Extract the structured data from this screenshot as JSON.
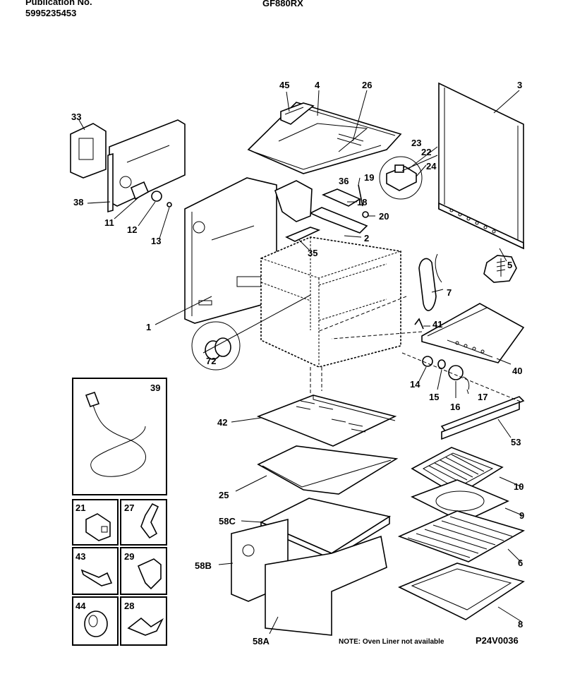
{
  "header": {
    "publication_label": "Publication No.",
    "publication_number": "5995235453",
    "model": "GF880RX"
  },
  "labels": {
    "p45": "45",
    "p4": "4",
    "p26": "26",
    "p3": "3",
    "p33": "33",
    "p23": "23",
    "p22": "22",
    "p24": "24",
    "p19": "19",
    "p36a": "36",
    "p18": "18",
    "p20": "20",
    "p38": "38",
    "p11": "11",
    "p12": "12",
    "p13": "13",
    "p2": "2",
    "p35": "35",
    "p5": "5",
    "p7": "7",
    "p1": "1",
    "p41": "41",
    "p72": "72",
    "p40": "40",
    "p14": "14",
    "p15": "15",
    "p16": "16",
    "p17": "17",
    "p39": "39",
    "p42": "42",
    "p53": "53",
    "p25": "25",
    "p10": "10",
    "p58c": "58C",
    "p9": "9",
    "p58b": "58B",
    "p6": "6",
    "p8": "8",
    "p58a": "58A",
    "p21": "21",
    "p27": "27",
    "p43": "43",
    "p29": "29",
    "p44": "44",
    "p28": "28"
  },
  "footer": {
    "note": "NOTE: Oven Liner not available",
    "drawing_code": "P24V0036"
  }
}
